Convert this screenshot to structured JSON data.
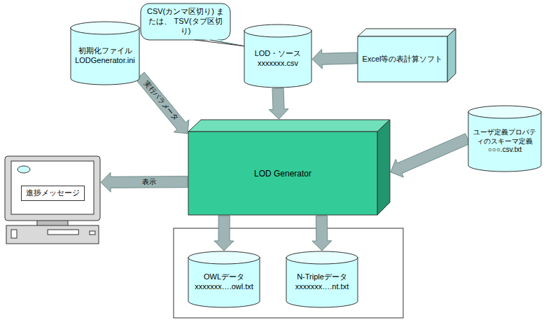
{
  "diagram": {
    "nodes": [
      {
        "text": [
          "CSV(カンマ区切り) または、 TSV(タブ区切り)"
        ]
      },
      {
        "text": [
          "初期化ファイル",
          "LODGenerator.ini"
        ]
      },
      {
        "text": [
          "LOD・ソース",
          "xxxxxxx.csv"
        ]
      },
      {
        "text": [
          "Excel等の表計算ソフト"
        ]
      },
      {
        "text": [
          "進捗メッセージ"
        ]
      },
      {
        "text": [
          "LOD Generator"
        ]
      },
      {
        "text": [
          "ユーザ定義プロパティのスキーマ定義",
          "○○○.csv.txt"
        ]
      },
      {
        "text": [
          "OWLデータ",
          "xxxxxxx….owl.txt"
        ]
      },
      {
        "text": [
          "N-Tripleデータ",
          "xxxxxxx….nt.txt"
        ]
      }
    ],
    "edges": [
      {
        "from": 1,
        "to": 5,
        "arrow": "to",
        "label": "実行パラメータ"
      },
      {
        "from": 3,
        "to": 2,
        "arrow": "to"
      },
      {
        "from": 2,
        "to": 5,
        "arrow": "to"
      },
      {
        "from": 5,
        "to": 4,
        "arrow": "to",
        "label": "表示"
      },
      {
        "from": 6,
        "to": 5,
        "arrow": "to"
      },
      {
        "from": 5,
        "to": 7,
        "arrow": "to"
      },
      {
        "from": 5,
        "to": 8,
        "arrow": "to"
      }
    ]
  }
}
